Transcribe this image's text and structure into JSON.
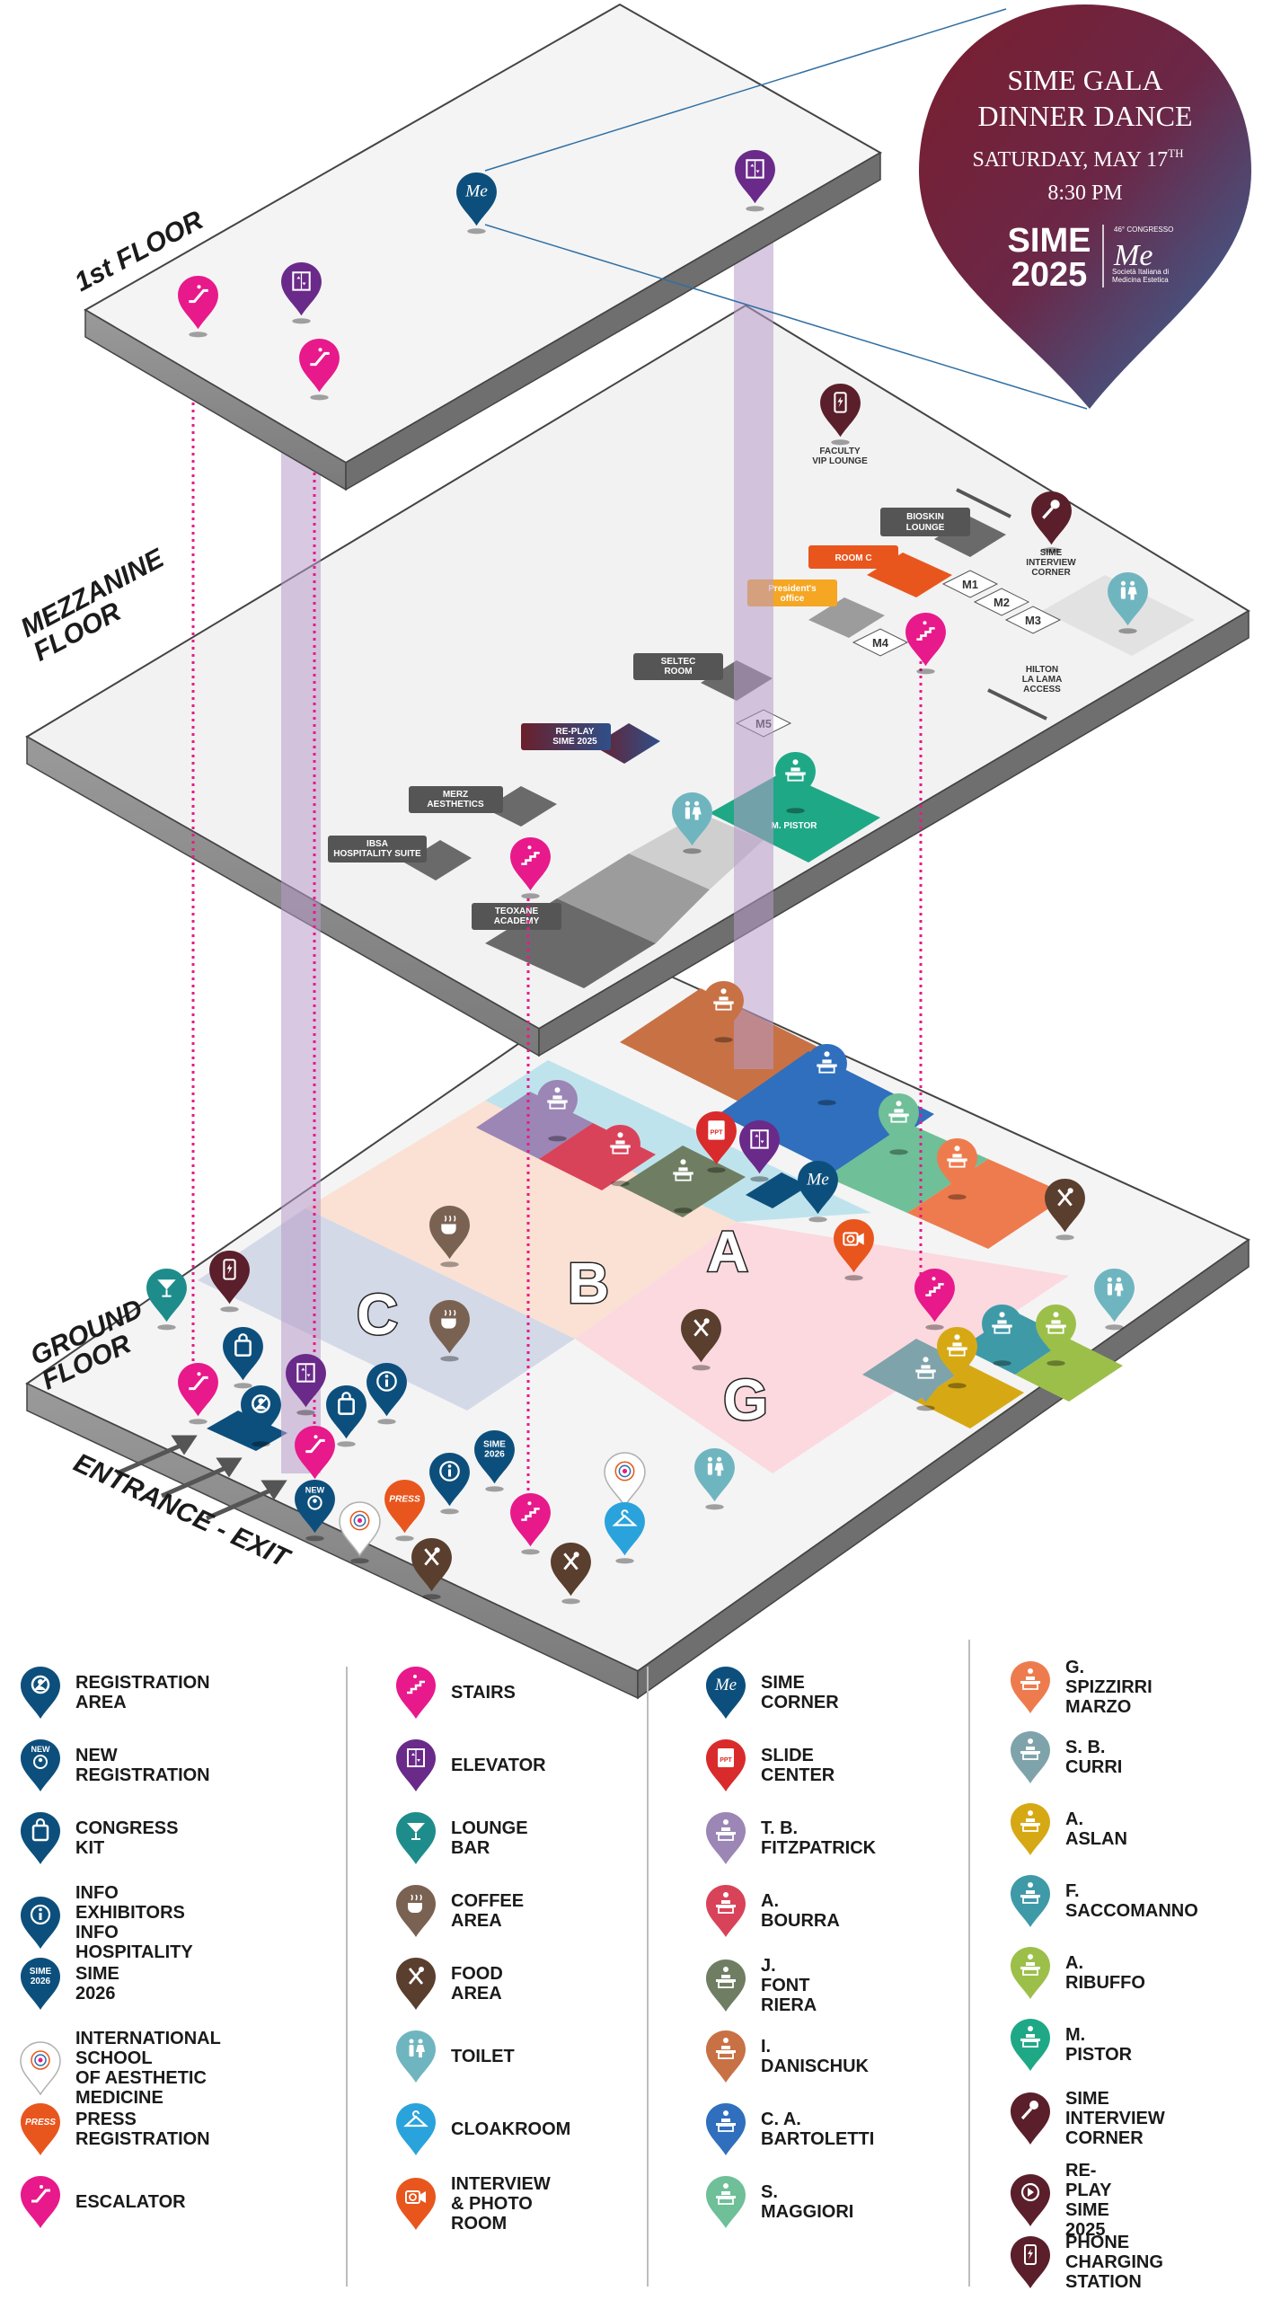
{
  "gala": {
    "line1": "SIME GALA",
    "line2": "DINNER DANCE",
    "date": "SATURDAY, MAY 17",
    "date_sup": "TH",
    "time": "8:30 PM",
    "brand": "SIME",
    "year": "2025",
    "congress": "46° CONGRESSO",
    "logo": "Me",
    "society": "Società Italiana di Medicina Estetica",
    "colors": {
      "from": "#7a1e2e",
      "to": "#2f6fa3"
    }
  },
  "floors": {
    "first": "1st FLOOR",
    "mezzanine": "MEZZANINE FLOOR",
    "ground": "GROUND FLOOR",
    "entrance": "ENTRANCE - EXIT"
  },
  "mezzanine_rooms": {
    "faculty": "FACULTY VIP LOUNGE",
    "bioskin": "BIOSKIN LOUNGE",
    "room_c": "ROOM C",
    "presidents": "President's office",
    "interview": "SIME INTERVIEW CORNER",
    "seltec": "SELTEC ROOM",
    "replay": "RE-PLAY SIME 2025",
    "merz": "MERZ AESTHETICS",
    "ibsa": "IBSA HOSPITALITY SUITE",
    "teoxane": "TEOXANE ACADEMY",
    "pistor": "M. PISTOR",
    "hilton": "HILTON LA LAMA ACCESS",
    "m1": "M1",
    "m2": "M2",
    "m3": "M3",
    "m4": "M4",
    "m5": "M5"
  },
  "zones": {
    "a": "A",
    "b": "B",
    "c": "C",
    "g": "G"
  },
  "legend": {
    "col1": [
      {
        "label": "REGISTRATION AREA",
        "icon": "registration-icon",
        "color": "#0d4f7c"
      },
      {
        "label": "NEW REGISTRATION",
        "icon": "new-registration-icon",
        "color": "#0d4f7c",
        "badge": "NEW"
      },
      {
        "label": "CONGRESS KIT",
        "icon": "bag-icon",
        "color": "#0d4f7c"
      },
      {
        "label": "INFO EXHIBITORS\nINFO HOSPITALITY",
        "icon": "info-icon",
        "color": "#0d4f7c"
      },
      {
        "label": "SIME 2026",
        "icon": "sime2026-icon",
        "color": "#0d4f7c",
        "badge": "SIME 2026"
      },
      {
        "label": "INTERNATIONAL SCHOOL\nOF AESTHETIC MEDICINE",
        "icon": "school-icon",
        "color": "#ffffff"
      },
      {
        "label": "PRESS REGISTRATION",
        "icon": "press-icon",
        "color": "#e8561e",
        "badge": "PRESS"
      },
      {
        "label": "ESCALATOR",
        "icon": "escalator-icon",
        "color": "#e8198b"
      }
    ],
    "col2": [
      {
        "label": "STAIRS",
        "icon": "stairs-icon",
        "color": "#e8198b"
      },
      {
        "label": "ELEVATOR",
        "icon": "elevator-icon",
        "color": "#6a2a8a"
      },
      {
        "label": "LOUNGE BAR",
        "icon": "cocktail-icon",
        "color": "#1f8c8c"
      },
      {
        "label": "COFFEE AREA",
        "icon": "coffee-icon",
        "color": "#7a6252"
      },
      {
        "label": "FOOD AREA",
        "icon": "food-icon",
        "color": "#5a3e2e"
      },
      {
        "label": "TOILET",
        "icon": "toilet-icon",
        "color": "#6fb5c0"
      },
      {
        "label": "CLOAKROOM",
        "icon": "hanger-icon",
        "color": "#2aa3dc"
      },
      {
        "label": "INTERVIEW\n& PHOTO ROOM",
        "icon": "camera-icon",
        "color": "#e8561e"
      }
    ],
    "col3": [
      {
        "label": "SIME CORNER",
        "icon": "me-icon",
        "color": "#0d4f7c",
        "badge": "Me"
      },
      {
        "label": "SLIDE CENTER",
        "icon": "slide-icon",
        "color": "#d92b2b",
        "badge": "PPT"
      },
      {
        "label": "T. B. FITZPATRICK",
        "icon": "lecture-icon",
        "color": "#9b86b5"
      },
      {
        "label": "A. BOURRA",
        "icon": "lecture-icon",
        "color": "#d9435a"
      },
      {
        "label": "J. FONT RIERA",
        "icon": "lecture-icon",
        "color": "#6f7e62"
      },
      {
        "label": "I. DANISCHUK",
        "icon": "lecture-icon",
        "color": "#c87145"
      },
      {
        "label": "C. A. BARTOLETTI",
        "icon": "lecture-icon",
        "color": "#2f6fbd"
      },
      {
        "label": "S. MAGGIORI",
        "icon": "lecture-icon",
        "color": "#6fbf98"
      }
    ],
    "col4": [
      {
        "label": "G. SPIZZIRRI MARZO",
        "icon": "lecture-icon",
        "color": "#ee7b4e"
      },
      {
        "label": "S. B. CURRI",
        "icon": "lecture-icon",
        "color": "#7fa3aa"
      },
      {
        "label": "A. ASLAN",
        "icon": "lecture-icon",
        "color": "#d6a914"
      },
      {
        "label": "F. SACCOMANNO",
        "icon": "lecture-icon",
        "color": "#3f9aa8"
      },
      {
        "label": "A. RIBUFFO",
        "icon": "lecture-icon",
        "color": "#9cbf4a"
      },
      {
        "label": "M. PISTOR",
        "icon": "lecture-icon",
        "color": "#1fa886"
      },
      {
        "label": "SIME INTERVIEW\nCORNER",
        "icon": "microphone-icon",
        "color": "#5a1f2a"
      },
      {
        "label": "RE-PLAY\nSIME 2025",
        "icon": "replay-icon",
        "color": "#5a1f2a"
      },
      {
        "label": "PHONE\nCHARGING\nSTATION",
        "icon": "phone-charge-icon",
        "color": "#5a1f2a"
      }
    ]
  }
}
